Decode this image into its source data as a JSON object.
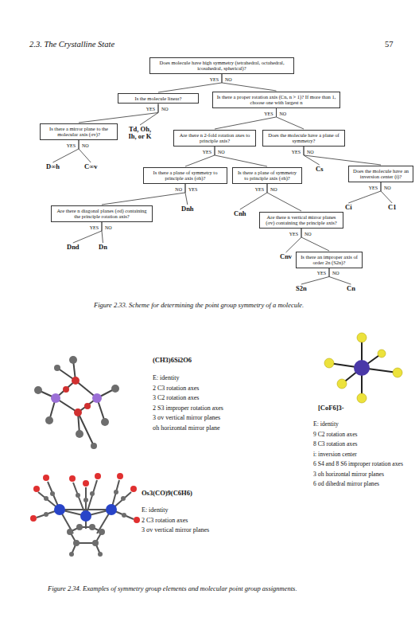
{
  "diagram": {
    "caption": "Figure 2.33. Scheme for determining the point group symmetry of a molecule.",
    "nodes": [
      {
        "text": [
          "Does molecule have high symmetry (tetrahedral, octahedral, icosahedral, spherical)?"
        ]
      },
      {
        "text": [
          "Is the molecule linear?"
        ]
      },
      {
        "text": [
          "Is there a proper rotation axis (Cn, n > 1)? If more than 1, choose one with largest n"
        ]
      },
      {
        "text": [
          "Is there a mirror plane to the molecular axis (σv)?"
        ]
      },
      {
        "text": [
          "Td, Oh, Ih, or K"
        ]
      },
      {
        "text": [
          "Are there n 2-fold rotation axes to principle axis?"
        ]
      },
      {
        "text": [
          "Does the molecule have a plane of symmetry?"
        ]
      },
      {
        "text": [
          "D∞h"
        ]
      },
      {
        "text": [
          "C∞v"
        ]
      },
      {
        "text": [
          "Is there a plane of symmetry to principle axis (σh)?"
        ]
      },
      {
        "text": [
          "Is there a plane of symmetry to principle axis (σh)?"
        ]
      },
      {
        "text": [
          "Cs"
        ]
      },
      {
        "text": [
          "Does the molecule have an inversion center (i)?"
        ]
      },
      {
        "text": [
          "Are there n diagonal planes (σd) containing the principle rotation axis?"
        ]
      },
      {
        "text": [
          "Dnh"
        ]
      },
      {
        "text": [
          "Cnh"
        ]
      },
      {
        "text": [
          "Are there n vertical mirror planes (σv) containing the principle axis?"
        ]
      },
      {
        "text": [
          "Ci"
        ]
      },
      {
        "text": [
          "C1"
        ]
      },
      {
        "text": [
          "Dnd"
        ]
      },
      {
        "text": [
          "Dn"
        ]
      },
      {
        "text": [
          "Cnv"
        ]
      },
      {
        "text": [
          "Is there an improper axis of order 2n (S2n)?"
        ]
      },
      {
        "text": [
          "S2n"
        ]
      },
      {
        "text": [
          "Cn"
        ]
      }
    ],
    "edges": [
      {
        "from": 0,
        "to": 1,
        "label": "YES",
        "arrow": "none"
      },
      {
        "from": 0,
        "to": 2,
        "label": "NO",
        "arrow": "none"
      },
      {
        "from": 1,
        "to": 3,
        "label": "YES",
        "arrow": "none"
      },
      {
        "from": 1,
        "to": 4,
        "label": "NO",
        "arrow": "none"
      },
      {
        "from": 2,
        "to": 5,
        "label": "YES",
        "arrow": "none"
      },
      {
        "from": 2,
        "to": 6,
        "label": "NO",
        "arrow": "none"
      },
      {
        "from": 3,
        "to": 7,
        "label": "YES",
        "arrow": "none"
      },
      {
        "from": 3,
        "to": 8,
        "label": "NO",
        "arrow": "none"
      },
      {
        "from": 5,
        "to": 9,
        "label": "YES",
        "arrow": "none"
      },
      {
        "from": 5,
        "to": 10,
        "label": "NO",
        "arrow": "none"
      },
      {
        "from": 6,
        "to": 11,
        "label": "YES",
        "arrow": "none"
      },
      {
        "from": 6,
        "to": 12,
        "label": "NO",
        "arrow": "none"
      },
      {
        "from": 9,
        "to": 13,
        "label": "NO",
        "arrow": "none"
      },
      {
        "from": 9,
        "to": 14,
        "label": "YES",
        "arrow": "none"
      },
      {
        "from": 10,
        "to": 15,
        "label": "YES",
        "arrow": "none"
      },
      {
        "from": 10,
        "to": 16,
        "label": "NO",
        "arrow": "none"
      },
      {
        "from": 12,
        "to": 17,
        "label": "YES",
        "arrow": "none"
      },
      {
        "from": 12,
        "to": 18,
        "label": "NO",
        "arrow": "none"
      },
      {
        "from": 13,
        "to": 19,
        "label": "YES",
        "arrow": "none"
      },
      {
        "from": 13,
        "to": 20,
        "label": "NO",
        "arrow": "none"
      },
      {
        "from": 16,
        "to": 21,
        "label": "YES",
        "arrow": "none"
      },
      {
        "from": 16,
        "to": 22,
        "label": "NO",
        "arrow": "none"
      },
      {
        "from": 22,
        "to": 23,
        "label": "YES",
        "arrow": "none"
      },
      {
        "from": 22,
        "to": 24,
        "label": "NO",
        "arrow": "none"
      }
    ],
    "labels": [
      "2.3. The Crystalline State",
      "57",
      "(CH3)6Si2O6",
      "E: identity",
      "2 C3 rotation axes",
      "3 C2 rotation axes",
      "2 S3 improper rotation axes",
      "3 σv vertical mirror planes",
      "σh horizontal mirror plane",
      "[CoF6]3-",
      "E: identity",
      "9 C2 rotation axes",
      "8 C3 rotation axes",
      "i: inversion center",
      "6 S4 and 8 S6 improper rotation axes",
      "3 σh horizontal mirror planes",
      "6 σd dihedral mirror planes",
      "Os3(CO)9(C6H6)",
      "E: identity",
      "2 C3 rotation axes",
      "3 σv vertical mirror planes",
      "Figure 2.34. Examples of symmetry group elements and molecular point group assignments."
    ]
  }
}
